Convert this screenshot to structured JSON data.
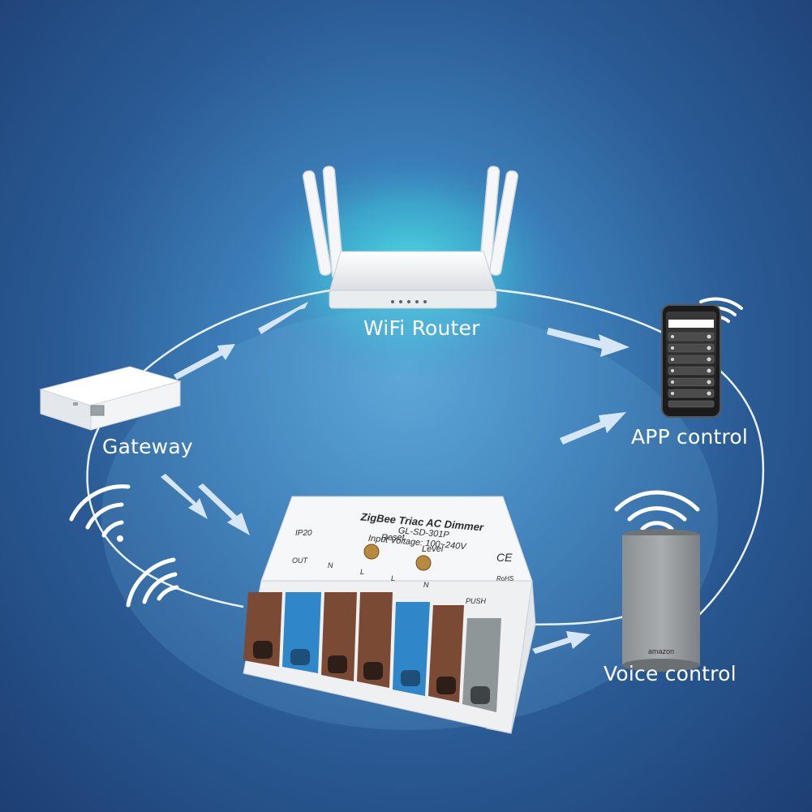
{
  "labels": {
    "router": "WiFi Router",
    "gateway": "Gateway",
    "app": "APP control",
    "voice": "Voice control"
  },
  "device": {
    "title": "ZigBee Triac AC Dimmer",
    "model": "GL-SD-301P",
    "input_voltage": "Input Voltage: 100~240V",
    "reset": "Reset",
    "level": "Level",
    "ip_rating": "IP20",
    "ce_mark": "CE",
    "rohs_mark": "RoHS",
    "push_label": "PUSH",
    "terminals": [
      "OUT",
      "N",
      "L",
      "L",
      "N"
    ]
  },
  "speaker": {
    "brand": "amazon"
  },
  "colors": {
    "ring": "#e8f1fb",
    "arrow": "#d6e6f6",
    "terminal_brown": "#7a4a35",
    "terminal_blue": "#2f86c8",
    "terminal_grey": "#8e9698"
  }
}
